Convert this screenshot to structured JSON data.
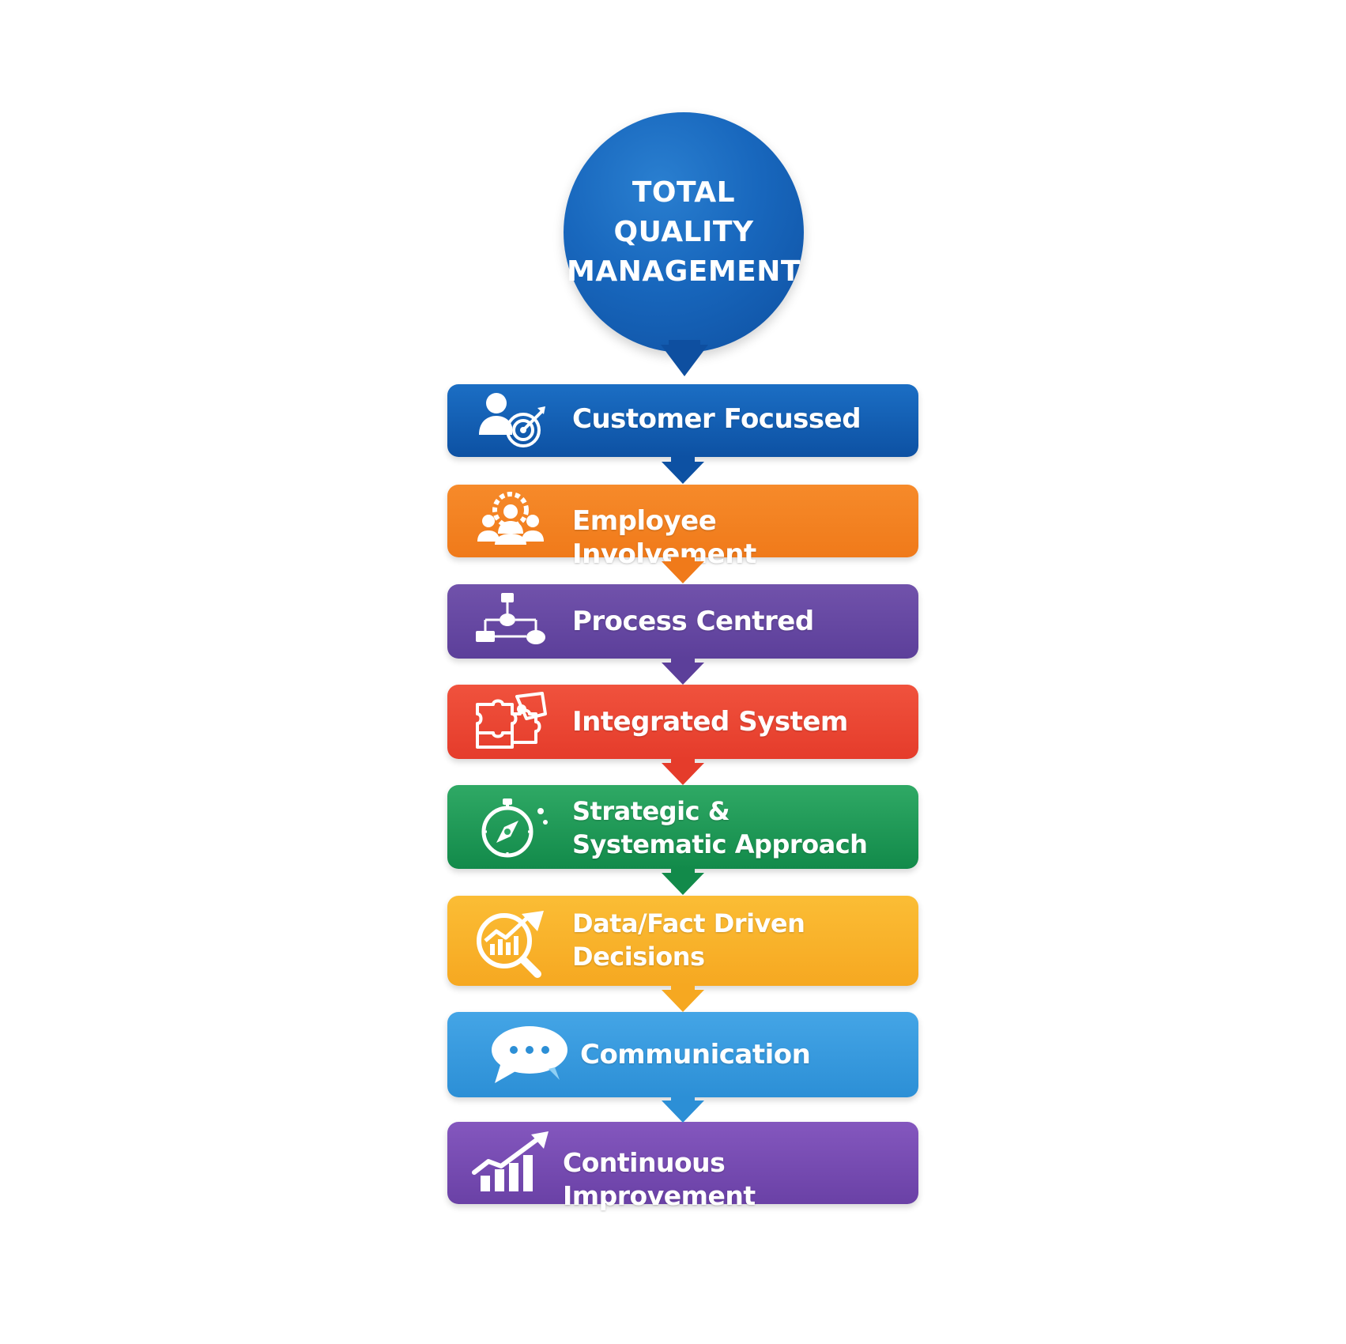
{
  "hub": {
    "lines": [
      "TOTAL",
      "QUALITY",
      "MANAGEMENT"
    ],
    "color": "#1867bd"
  },
  "steps": [
    {
      "label": "Customer Focussed",
      "icon": "customer-target-icon",
      "color_top": "#1b6ec4",
      "color_bottom": "#0d51a3"
    },
    {
      "label": "Employee Involvement",
      "icon": "team-gear-icon",
      "color_top": "#f68a2a",
      "color_bottom": "#f07a1a"
    },
    {
      "label": "Process Centred",
      "icon": "flowchart-icon",
      "color_top": "#7152ab",
      "color_bottom": "#5c3f9a"
    },
    {
      "label": "Integrated System",
      "icon": "puzzle-icon",
      "color_top": "#f0523d",
      "color_bottom": "#e53c2b"
    },
    {
      "label": "Strategic & Systematic Approach",
      "icon": "compass-stopwatch-icon",
      "color_top": "#2fa965",
      "color_bottom": "#128a4a"
    },
    {
      "label": "Data/Fact Driven Decisions",
      "icon": "analytics-magnifier-icon",
      "color_top": "#fbbd35",
      "color_bottom": "#f6a821"
    },
    {
      "label": "Communication",
      "icon": "speech-bubble-icon",
      "color_top": "#44a5e6",
      "color_bottom": "#2c8fd6"
    },
    {
      "label": "Continuous Improvement",
      "icon": "growth-chart-icon",
      "color_top": "#8457be",
      "color_bottom": "#6a41a6"
    }
  ]
}
